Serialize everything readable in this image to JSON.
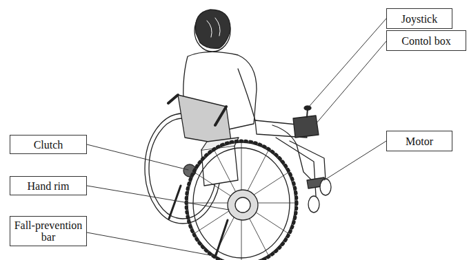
{
  "diagram": {
    "nodes": [
      {
        "text": [
          "Joystick"
        ]
      },
      {
        "text": [
          "Contol box"
        ]
      },
      {
        "text": [
          "Clutch"
        ]
      },
      {
        "text": [
          "Motor"
        ]
      },
      {
        "text": [
          "Hand rim"
        ]
      },
      {
        "text": [
          "Fall-prevention bar"
        ]
      }
    ]
  }
}
